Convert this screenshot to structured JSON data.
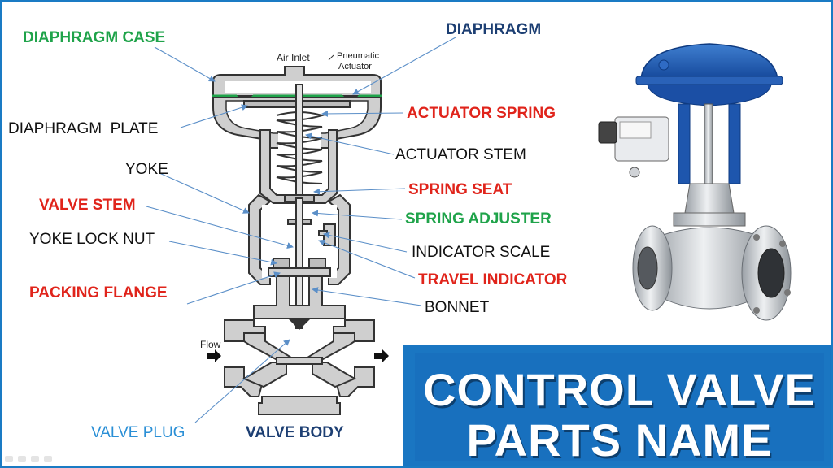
{
  "labels": {
    "diaphragm_case": "DIAPHRAGM CASE",
    "diaphragm": "DIAPHRAGM",
    "diaphragm_plate": "DIAPHRAGM  PLATE",
    "actuator_spring": "ACTUATOR SPRING",
    "actuator_stem": "ACTUATOR STEM",
    "yoke": "YOKE",
    "valve_stem": "VALVE STEM",
    "spring_seat": "SPRING SEAT",
    "spring_adjuster": "SPRING ADJUSTER",
    "yoke_lock_nut": "YOKE LOCK NUT",
    "indicator_scale": "INDICATOR SCALE",
    "travel_indicator": "TRAVEL INDICATOR",
    "packing_flange": "PACKING FLANGE",
    "bonnet": "BONNET",
    "valve_plug": "VALVE PLUG",
    "valve_body": "VALVE BODY"
  },
  "small_labels": {
    "air_inlet": "Air Inlet",
    "pneumatic_1": "Pneumatic",
    "pneumatic_2": "Actuator",
    "flow": "Flow"
  },
  "banner": {
    "line1": "CONTROL VALVE",
    "line2": "PARTS  NAME"
  },
  "colors": {
    "green": "#1fa34a",
    "navy": "#1d3f73",
    "red": "#e0241b",
    "black": "#111111",
    "skyblue": "#2a8fd6",
    "banner": "#1a76c2"
  }
}
